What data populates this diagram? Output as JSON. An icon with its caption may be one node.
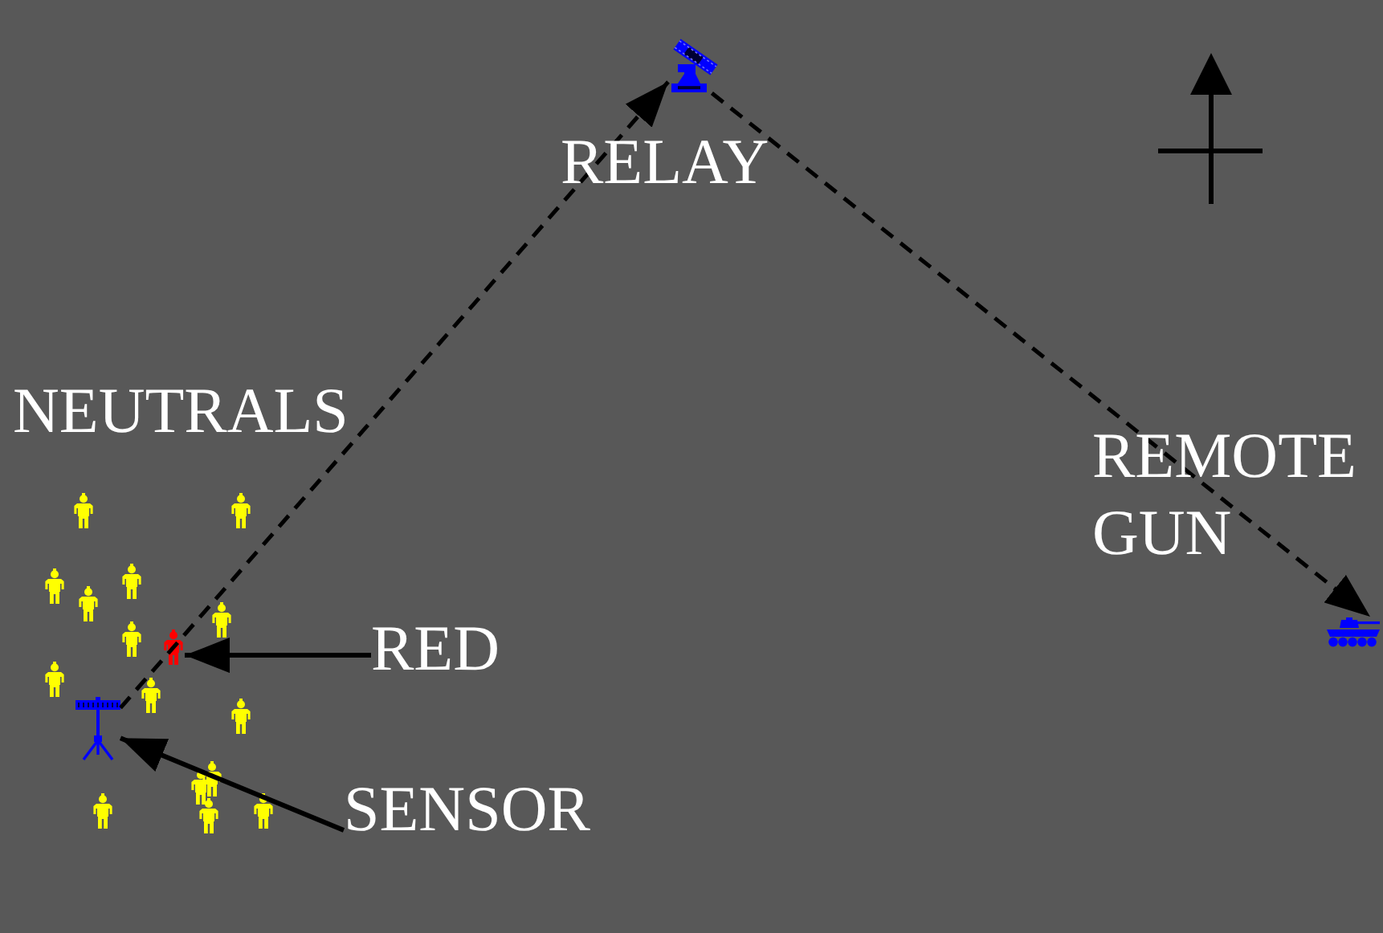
{
  "diagram": {
    "nodes": [
      {
        "text": [],
        "shape": "picture",
        "beside": [
          "RELAY"
        ]
      },
      {
        "text": [],
        "shape": "picture",
        "beside": [
          "REMOTE GUN"
        ]
      },
      {
        "text": [],
        "shape": "person"
      },
      {
        "text": [
          "RED"
        ]
      },
      {
        "text": [],
        "shape": "picture"
      },
      {
        "text": [
          "SENSOR"
        ]
      }
    ],
    "edges": [
      {
        "from": 4,
        "to": 0,
        "arrow": "to",
        "style": "dashed"
      },
      {
        "from": 0,
        "to": 1,
        "arrow": "to",
        "style": "dashed"
      },
      {
        "from": 3,
        "to": 2,
        "arrow": "to"
      },
      {
        "from": 5,
        "to": 4,
        "arrow": "to"
      }
    ],
    "labels": [
      "NEUTRALS"
    ]
  }
}
